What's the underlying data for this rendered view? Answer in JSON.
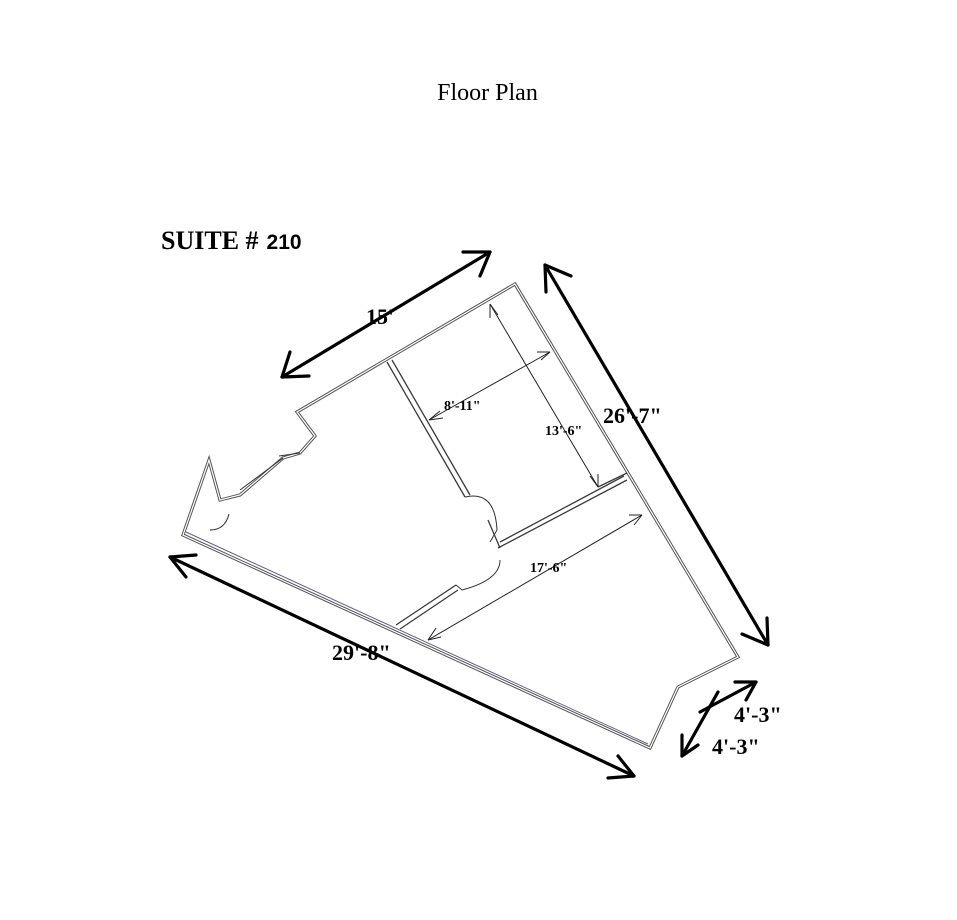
{
  "title": "Floor Plan",
  "suite": {
    "label": "SUITE #",
    "number": "210"
  },
  "dimensions": {
    "top_width": "15'",
    "right_length": "26'-7\"",
    "bottom_length": "29'-8\"",
    "corner_a": "4'-3\"",
    "corner_b": "4'-3\"",
    "office_width": "8'-11\"",
    "office_depth": "13'-6\"",
    "room_width": "17'-6\""
  }
}
